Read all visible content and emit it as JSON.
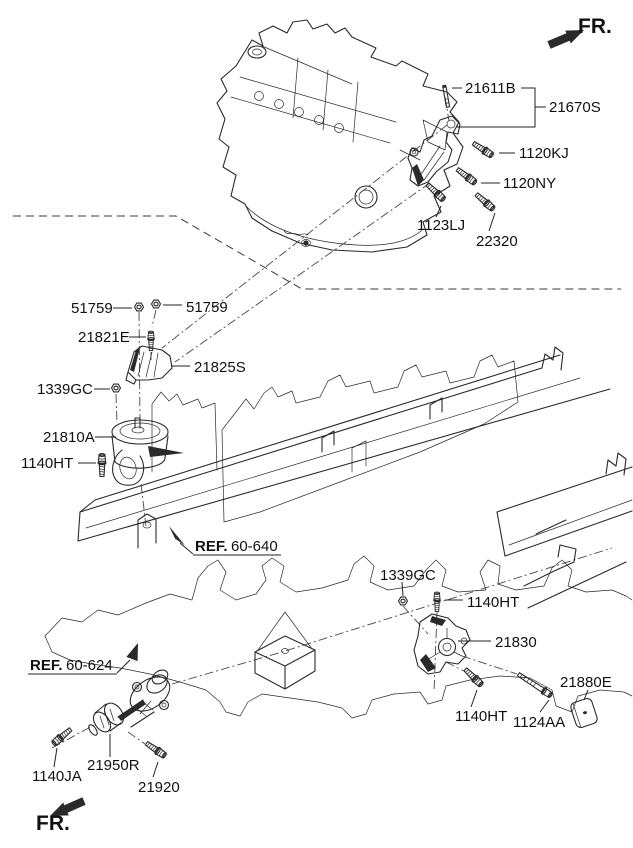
{
  "diagram": {
    "background": "#ffffff",
    "line_color": "#2a2a2a",
    "orientation_top": "FR.",
    "orientation_bottom": "FR.",
    "refs": {
      "r640_prefix": "REF.",
      "r640_num": "60-640",
      "r624_prefix": "REF.",
      "r624_num": "60-624"
    },
    "parts": [
      {
        "label": "21611B"
      },
      {
        "label": "21670S"
      },
      {
        "label": "1120KJ"
      },
      {
        "label": "1120NY"
      },
      {
        "label": "1123LJ"
      },
      {
        "label": "22320"
      },
      {
        "label": "51759"
      },
      {
        "label": "51759"
      },
      {
        "label": "21821E"
      },
      {
        "label": "21825S"
      },
      {
        "label": "1339GC"
      },
      {
        "label": "21810A"
      },
      {
        "label": "1140HT"
      },
      {
        "label": "1339GC"
      },
      {
        "label": "1140HT"
      },
      {
        "label": "21830"
      },
      {
        "label": "21880E"
      },
      {
        "label": "1140HT"
      },
      {
        "label": "1124AA"
      },
      {
        "label": "21950R"
      },
      {
        "label": "1140JA"
      },
      {
        "label": "21920"
      }
    ]
  }
}
